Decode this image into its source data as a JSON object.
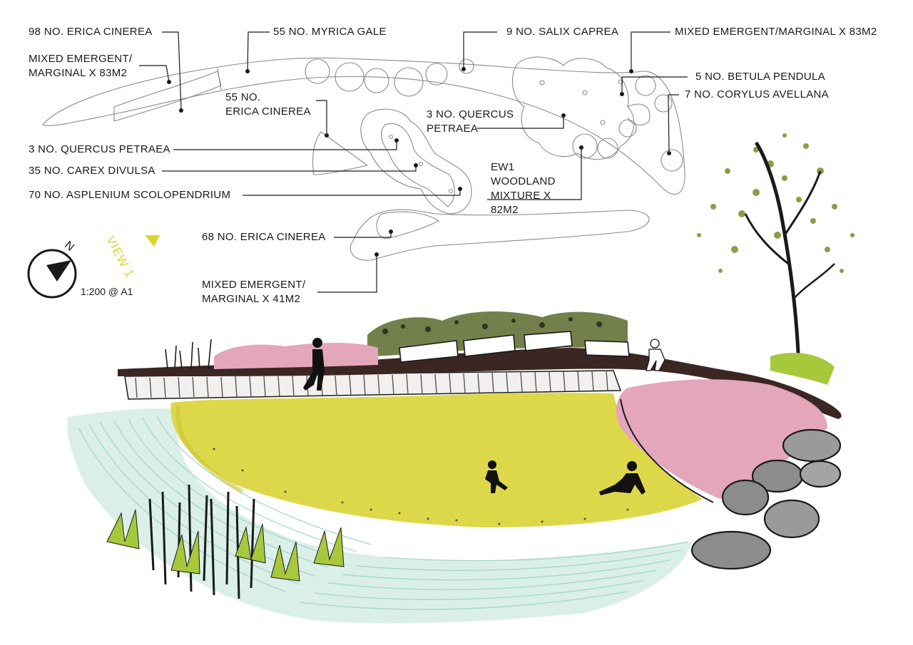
{
  "labels": {
    "erica_top": "98 NO. ERICA CINEREA",
    "mixed_top_l1": "MIXED EMERGENT/",
    "mixed_top_l2": "MARGINAL X 83M2",
    "myrica": "55 NO. MYRICA GALE",
    "salix": "9 NO. SALIX CAPREA",
    "mixed_right": "MIXED EMERGENT/MARGINAL X 83M2",
    "betula": "5 NO. BETULA PENDULA",
    "corylus": "7 NO. CORYLUS AVELLANA",
    "erica_mid_l1": "55 NO.",
    "erica_mid_l2": "ERICA CINEREA",
    "quercus_right_l1": "3 NO. QUERCUS",
    "quercus_right_l2": "PETRAEA",
    "quercus_left": "3 NO. QUERCUS PETRAEA",
    "carex": "35 NO. CAREX DIVULSA",
    "asplenium": "70 NO. ASPLENIUM SCOLOPENDRIUM",
    "ew1_l1": "EW1",
    "ew1_l2": "WOODLAND",
    "ew1_l3": "MIXTURE X",
    "ew1_l4": "82M2",
    "erica_low": "68 NO. ERICA CINEREA",
    "mixed_low_l1": "MIXED EMERGENT/",
    "mixed_low_l2": "MARGINAL X 41M2"
  },
  "north_label": "N",
  "view_label": "VIEW 1",
  "scale_text": "1:200 @ A1",
  "colors": {
    "lawn": "#dcd84a",
    "heather_pink": "#e3a6ba",
    "water": "#9ed6c6",
    "path_dark": "#3a2622",
    "boardwalk": "#8a8682",
    "shrub_green": "#5c6a2c",
    "tree_green": "#7c8a28",
    "rock_gray": "#8c8c8c",
    "view_yellow": "#d7d72e",
    "ink": "#1a1a1a"
  }
}
